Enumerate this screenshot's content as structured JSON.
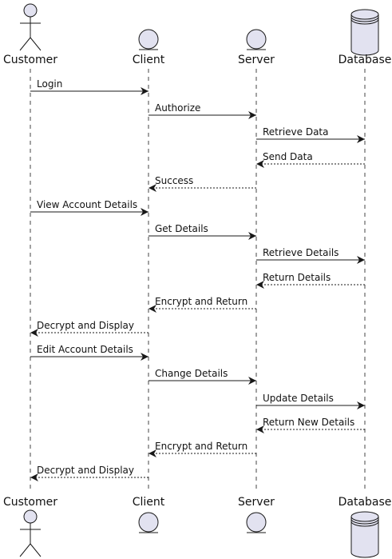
{
  "participants": [
    {
      "id": "customer",
      "name": "Customer",
      "kind": "actor"
    },
    {
      "id": "client",
      "name": "Client",
      "kind": "entity"
    },
    {
      "id": "server",
      "name": "Server",
      "kind": "entity"
    },
    {
      "id": "database",
      "name": "Database",
      "kind": "database"
    }
  ],
  "messages": [
    {
      "from": "customer",
      "to": "client",
      "label": "Login",
      "style": "solid"
    },
    {
      "from": "client",
      "to": "server",
      "label": "Authorize",
      "style": "solid"
    },
    {
      "from": "server",
      "to": "database",
      "label": "Retrieve Data",
      "style": "solid"
    },
    {
      "from": "database",
      "to": "server",
      "label": "Send Data",
      "style": "dashed"
    },
    {
      "from": "server",
      "to": "client",
      "label": "Success",
      "style": "dashed"
    },
    {
      "from": "customer",
      "to": "client",
      "label": "View Account Details",
      "style": "solid"
    },
    {
      "from": "client",
      "to": "server",
      "label": "Get Details",
      "style": "solid"
    },
    {
      "from": "server",
      "to": "database",
      "label": "Retrieve Details",
      "style": "solid"
    },
    {
      "from": "database",
      "to": "server",
      "label": "Return Details",
      "style": "dashed"
    },
    {
      "from": "server",
      "to": "client",
      "label": "Encrypt and Return",
      "style": "dashed"
    },
    {
      "from": "client",
      "to": "customer",
      "label": "Decrypt and Display",
      "style": "dashed"
    },
    {
      "from": "customer",
      "to": "client",
      "label": "Edit Account Details",
      "style": "solid"
    },
    {
      "from": "client",
      "to": "server",
      "label": "Change Details",
      "style": "solid"
    },
    {
      "from": "server",
      "to": "database",
      "label": "Update Details",
      "style": "solid"
    },
    {
      "from": "database",
      "to": "server",
      "label": "Return New Details",
      "style": "dashed"
    },
    {
      "from": "server",
      "to": "client",
      "label": "Encrypt and Return",
      "style": "dashed"
    },
    {
      "from": "client",
      "to": "customer",
      "label": "Decrypt and Display",
      "style": "dashed"
    }
  ],
  "colors": {
    "participant_fill": "#e2e2f0",
    "line": "#181818",
    "lifeline": "#181818",
    "text": "#111111"
  }
}
